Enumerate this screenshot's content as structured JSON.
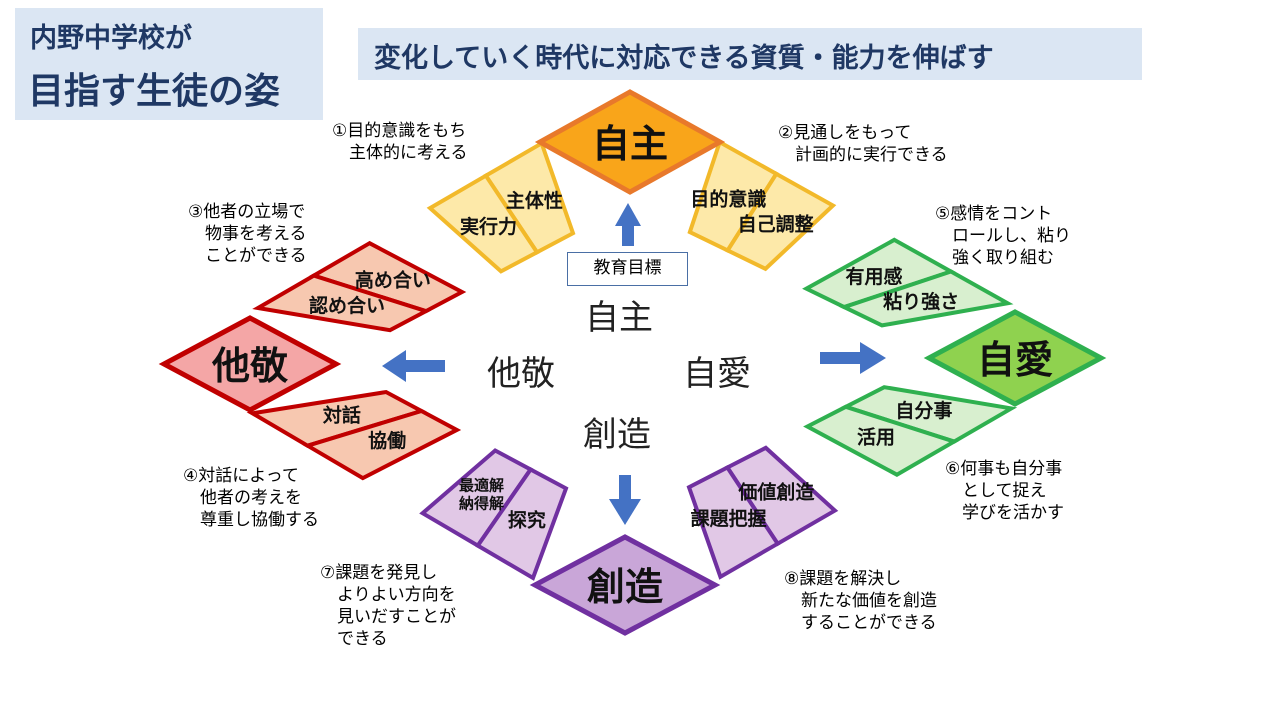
{
  "header": {
    "school_line": "内野中学校が",
    "aim_line": "目指す生徒の姿",
    "banner": "変化していく時代に対応できる資質・能力を伸ばす"
  },
  "center": {
    "goal_label": "教育目標",
    "words": {
      "top": "自主",
      "left": "他敬",
      "right": "自愛",
      "bottom": "創造"
    }
  },
  "corners": {
    "top": "自主",
    "left": "他敬",
    "right": "自愛",
    "bottom": "創造"
  },
  "cells": {
    "top_left": [
      "主体性",
      "実行力"
    ],
    "top_right": [
      "目的意識",
      "自己調整"
    ],
    "left_upper": [
      "高め合い",
      "認め合い"
    ],
    "left_lower": [
      "対話",
      "協働"
    ],
    "right_upper": [
      "有用感",
      "粘り強さ"
    ],
    "right_lower": [
      "自分事",
      "活用"
    ],
    "bottom_left": [
      "最適解\n納得解",
      "探究"
    ],
    "bottom_right": [
      "価値創造",
      "課題把握"
    ]
  },
  "notes": {
    "n1": "①目的意識をもち\n　主体的に考える",
    "n2": "②見通しをもって\n　計画的に実行できる",
    "n3": "③他者の立場で\n　物事を考える\n　ことができる",
    "n5": "⑤感情をコント\n　ロールし、粘り\n　強く取り組む",
    "n4": "④対話によって\n　他者の考えを\n　尊重し協働する",
    "n6": "⑥何事も自分事\n　として捉え\n　学びを活かす",
    "n7": "⑦課題を発見し\n　よりよい方向を\n　見いだすことが\n　できる",
    "n8": "⑧課題を解決し\n　新たな価値を創造\n　することができる"
  },
  "colors": {
    "header_bg": "#dbe6f3",
    "header_text": "#1f3864",
    "top_fill": "#fde9a9",
    "top_stroke": "#f2b92a",
    "top_corner": "#f9a51a",
    "top_corner_stroke": "#e8792b",
    "right_fill": "#d8efcf",
    "right_stroke": "#2fb04f",
    "right_corner": "#8fd24f",
    "left_fill": "#f7c8b0",
    "left_stroke": "#c00000",
    "left_corner": "#f4a6a6",
    "bottom_fill": "#e1c8e6",
    "bottom_stroke": "#7030a0",
    "bottom_corner": "#c9a6d8",
    "arrow": "#4472c4"
  }
}
